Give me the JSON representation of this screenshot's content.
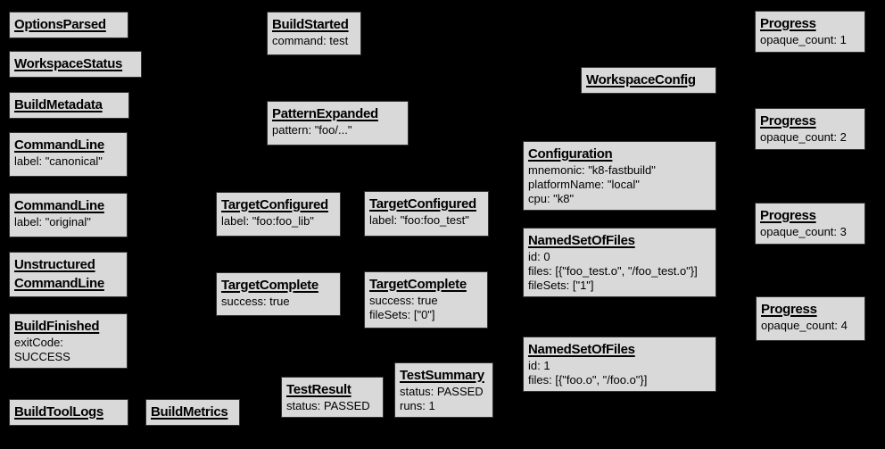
{
  "canvas": {
    "background": "#000000",
    "box_fill": "#d9d9d9",
    "box_border": "#333333",
    "text_color": "#000000"
  },
  "diagram_type": "build-event-protocol-graph",
  "nodes": [
    {
      "id": "options-parsed",
      "title": "OptionsParsed",
      "body": ""
    },
    {
      "id": "workspace-status",
      "title": "WorkspaceStatus",
      "body": ""
    },
    {
      "id": "build-metadata",
      "title": "BuildMetadata",
      "body": ""
    },
    {
      "id": "command-line-canonical",
      "title": "CommandLine",
      "body": "label: \"canonical\""
    },
    {
      "id": "command-line-original",
      "title": "CommandLine",
      "body": "label: \"original\""
    },
    {
      "id": "unstructured-command-line",
      "title": "Unstructured\nCommandLine",
      "body": ""
    },
    {
      "id": "build-finished",
      "title": "BuildFinished",
      "body": "exitCode: SUCCESS"
    },
    {
      "id": "build-tool-logs",
      "title": "BuildToolLogs",
      "body": ""
    },
    {
      "id": "build-metrics",
      "title": "BuildMetrics",
      "body": ""
    },
    {
      "id": "build-started",
      "title": "BuildStarted",
      "body": "command: test"
    },
    {
      "id": "pattern-expanded",
      "title": "PatternExpanded",
      "body": "pattern: \"foo/...\""
    },
    {
      "id": "target-configured-lib",
      "title": "TargetConfigured",
      "body": "label: \"foo:foo_lib\""
    },
    {
      "id": "target-configured-test",
      "title": "TargetConfigured",
      "body": "label: \"foo:foo_test\""
    },
    {
      "id": "target-complete-lib",
      "title": "TargetComplete",
      "body": "success: true"
    },
    {
      "id": "target-complete-test",
      "title": "TargetComplete",
      "body": "success: true\nfileSets: [\"0\"]"
    },
    {
      "id": "test-result",
      "title": "TestResult",
      "body": "status: PASSED"
    },
    {
      "id": "test-summary",
      "title": "TestSummary",
      "body": "status: PASSED\nruns: 1"
    },
    {
      "id": "workspace-config",
      "title": "WorkspaceConfig",
      "body": ""
    },
    {
      "id": "configuration",
      "title": "Configuration",
      "body": "mnemonic: \"k8-fastbuild\"\nplatformName: \"local\"\ncpu: \"k8\""
    },
    {
      "id": "named-set-of-files-0",
      "title": "NamedSetOfFiles",
      "body": "id: 0\nfiles: [{\"foo_test.o\", \"/foo_test.o\"}]\nfileSets: [\"1\"]"
    },
    {
      "id": "named-set-of-files-1",
      "title": "NamedSetOfFiles",
      "body": "id: 1\nfiles: [{\"foo.o\", \"/foo.o\"}]"
    },
    {
      "id": "progress-1",
      "title": "Progress",
      "body": "opaque_count: 1"
    },
    {
      "id": "progress-2",
      "title": "Progress",
      "body": "opaque_count: 2"
    },
    {
      "id": "progress-3",
      "title": "Progress",
      "body": "opaque_count: 3"
    },
    {
      "id": "progress-4",
      "title": "Progress",
      "body": "opaque_count: 4"
    }
  ]
}
